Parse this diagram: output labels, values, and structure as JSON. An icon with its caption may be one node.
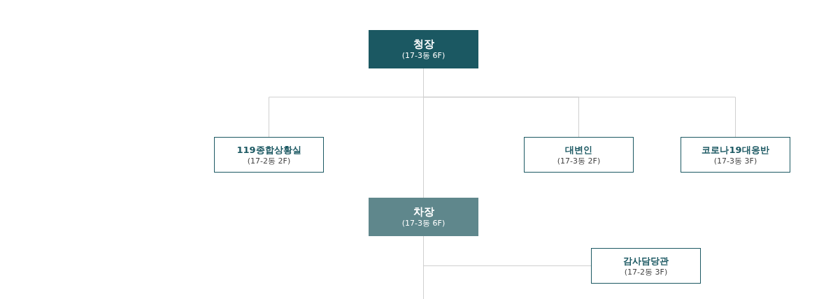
{
  "diagram": {
    "nodes": [
      {
        "text": [
          "청장",
          "(17-3동 6F)"
        ]
      },
      {
        "text": [
          "119종합상황실",
          "(17-2동 2F)"
        ]
      },
      {
        "text": [
          "대변인",
          "(17-3동 2F)"
        ]
      },
      {
        "text": [
          "코로나19대응반",
          "(17-3동 3F)"
        ]
      },
      {
        "text": [
          "차장",
          "(17-3동 6F)"
        ]
      },
      {
        "text": [
          "감사담당관",
          "(17-2동 3F)"
        ]
      }
    ],
    "edges": [
      {
        "from": 0,
        "to": 1,
        "arrow": "none"
      },
      {
        "from": 0,
        "to": 2,
        "arrow": "none"
      },
      {
        "from": 0,
        "to": 3,
        "arrow": "none"
      },
      {
        "from": 0,
        "to": 4,
        "arrow": "none"
      },
      {
        "from": 4,
        "to": 5,
        "arrow": "none"
      },
      {
        "from": 4,
        "to": null,
        "arrow": "none"
      }
    ]
  }
}
